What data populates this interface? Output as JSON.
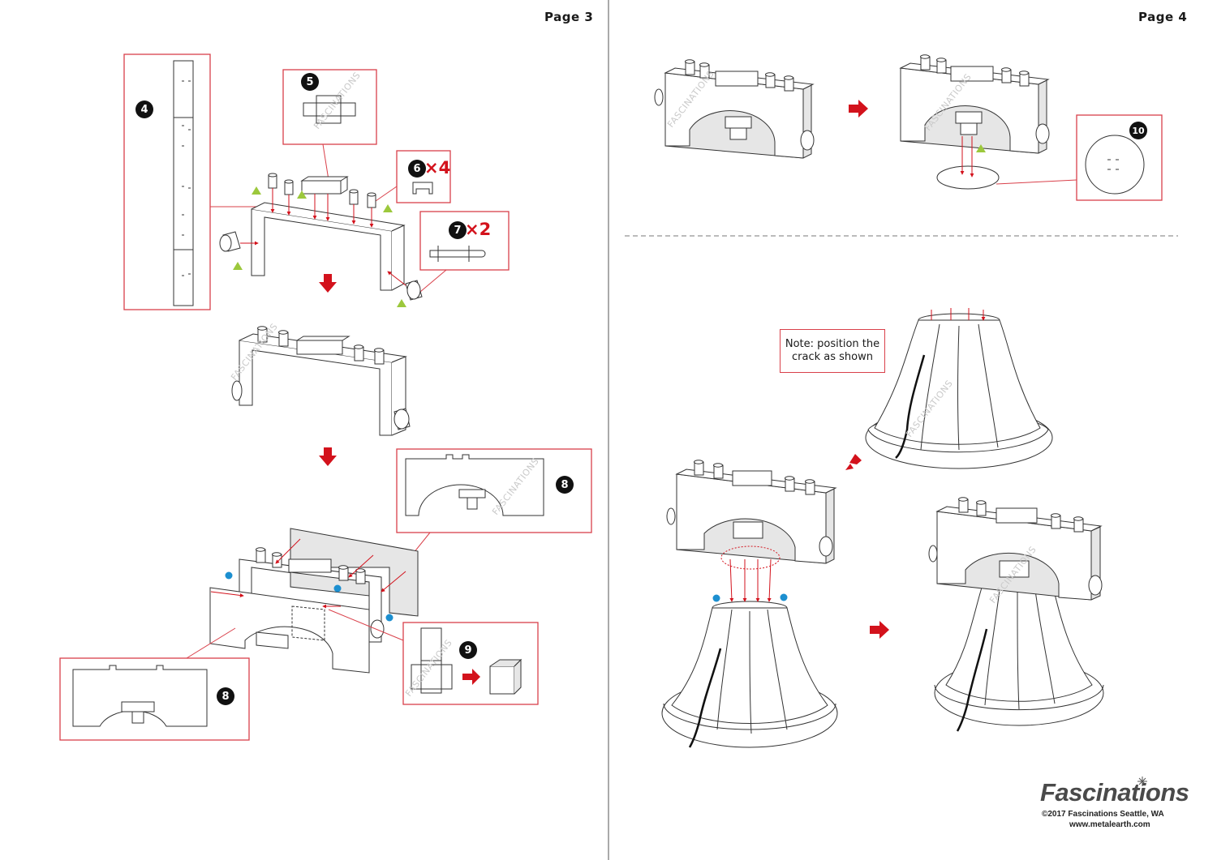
{
  "pages": {
    "left_label": "Page 3",
    "right_label": "Page 4"
  },
  "steps": {
    "s4": "4",
    "s5": "5",
    "s6": "6",
    "s7": "7",
    "s8a": "8",
    "s8b": "8",
    "s9": "9",
    "s10": "10"
  },
  "quantities": {
    "q6": "×4",
    "q7": "×2"
  },
  "note": {
    "line1": "Note: position the",
    "line2": "crack as shown"
  },
  "watermark": "FASCINATIONS",
  "footer": {
    "brand": "Fascinations",
    "copyright": "©2017 Fascinations Seattle, WA",
    "website": "www.metalearth.com"
  },
  "colors": {
    "callout_red": "#d9404a",
    "arrow_red": "#d3121c",
    "triangle_green": "#9cc83c",
    "dot_blue": "#1c8fd0"
  }
}
